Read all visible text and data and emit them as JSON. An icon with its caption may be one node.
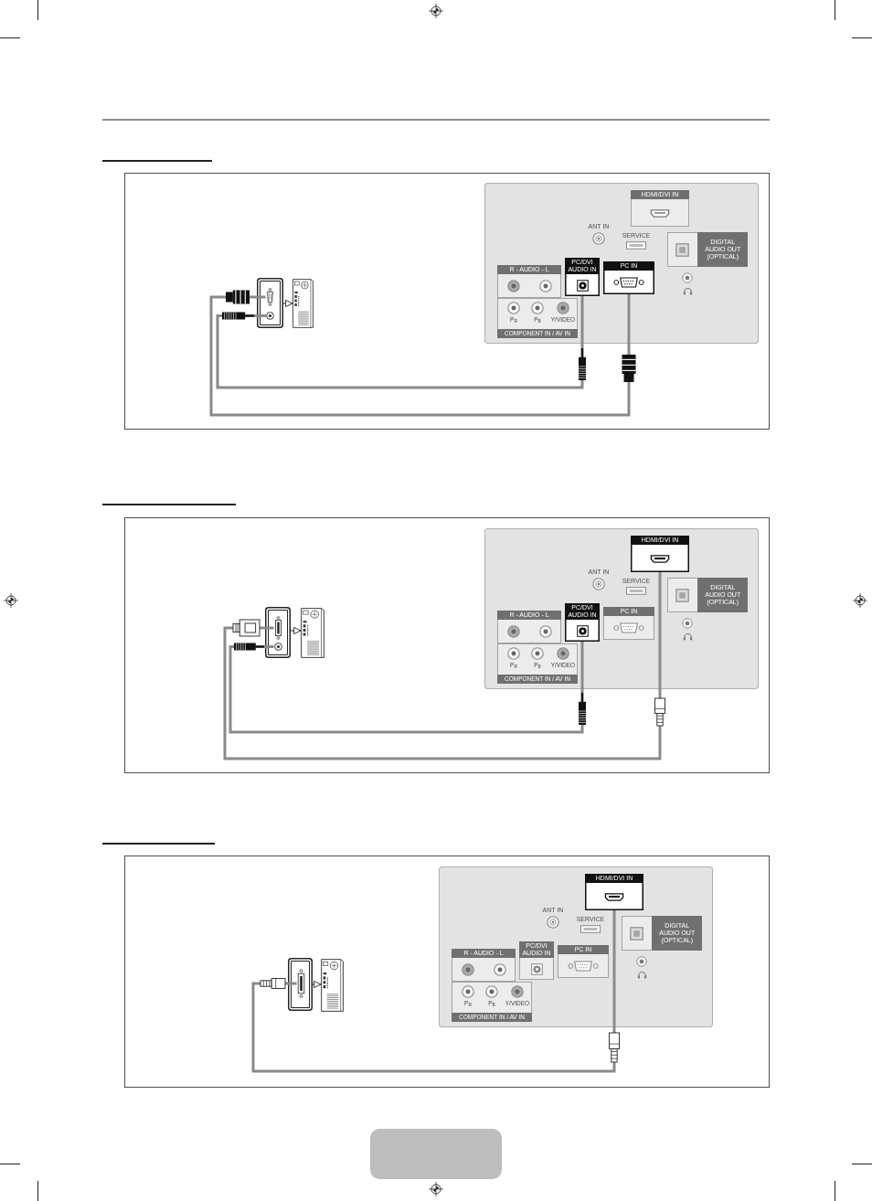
{
  "diagram": {
    "nodes": [
      {
        "text": [],
        "shape": "box"
      },
      {
        "text": [],
        "shape": "box",
        "in": 0
      },
      {
        "text": [],
        "shape": "box",
        "in": 1
      },
      {
        "text": [],
        "shape": "circle",
        "in": 1
      },
      {
        "text": [],
        "shape": "picture",
        "in": 0
      },
      {
        "text": [],
        "shape": "box",
        "in": 0
      },
      {
        "text": [
          "HDMI/DVI IN"
        ],
        "in": 5
      },
      {
        "text": [
          "ANT IN"
        ],
        "in": 5
      },
      {
        "text": [
          "SERVICE"
        ],
        "in": 5
      },
      {
        "text": [
          "DIGITAL AUDIO OUT (OPTICAL)"
        ],
        "in": 5
      },
      {
        "text": [
          "R - AUDIO - L"
        ],
        "in": 5
      },
      {
        "text": [
          "PC/DVI AUDIO IN"
        ],
        "in": 5
      },
      {
        "text": [
          "PC IN"
        ],
        "in": 5
      },
      {
        "text": [
          "P$_{R}$",
          "P$_{B}$",
          "Y/VIDEO",
          "COMPONENT IN / AV IN"
        ],
        "in": 5
      },
      {
        "text": [],
        "shape": "box"
      },
      {
        "text": [],
        "shape": "box",
        "in": 14
      },
      {
        "text": [],
        "shape": "box",
        "in": 15
      },
      {
        "text": [],
        "shape": "circle",
        "in": 15
      },
      {
        "text": [],
        "shape": "picture",
        "in": 14
      },
      {
        "text": [],
        "shape": "box",
        "in": 14
      },
      {
        "text": [
          "HDMI/DVI IN"
        ],
        "in": 19
      },
      {
        "text": [
          "ANT IN"
        ],
        "in": 19
      },
      {
        "text": [
          "SERVICE"
        ],
        "in": 19
      },
      {
        "text": [
          "DIGITAL AUDIO OUT (OPTICAL)"
        ],
        "in": 19
      },
      {
        "text": [
          "R - AUDIO - L"
        ],
        "in": 19
      },
      {
        "text": [
          "PC/DVI AUDIO IN"
        ],
        "in": 19
      },
      {
        "text": [
          "PC IN"
        ],
        "in": 19
      },
      {
        "text": [
          "P$_{R}$",
          "P$_{B}$",
          "Y/VIDEO",
          "COMPONENT IN / AV IN"
        ],
        "in": 19
      },
      {
        "text": [],
        "shape": "box"
      },
      {
        "text": [],
        "shape": "box",
        "in": 28
      },
      {
        "text": [],
        "shape": "box",
        "in": 29
      },
      {
        "text": [],
        "shape": "picture",
        "in": 28
      },
      {
        "text": [],
        "shape": "box",
        "in": 28
      },
      {
        "text": [
          "HDMI/DVI IN"
        ],
        "in": 32
      },
      {
        "text": [
          "ANT IN"
        ],
        "in": 32
      },
      {
        "text": [
          "SERVICE"
        ],
        "in": 32
      },
      {
        "text": [
          "DIGITAL AUDIO OUT (OPTICAL)"
        ],
        "in": 32
      },
      {
        "text": [
          "R - AUDIO - L"
        ],
        "in": 32
      },
      {
        "text": [
          "PC/DVI AUDIO IN"
        ],
        "in": 32
      },
      {
        "text": [
          "PC IN"
        ],
        "in": 32
      },
      {
        "text": [
          "P$_{R}$",
          "P$_{B}$",
          "Y/VIDEO",
          "COMPONENT IN / AV IN"
        ],
        "in": 32
      }
    ],
    "edges": [
      {
        "from": 1,
        "to": 4,
        "arrow": "to"
      },
      {
        "from": 2,
        "to": 12,
        "arrow": "none"
      },
      {
        "from": 3,
        "to": 11,
        "arrow": "none"
      },
      {
        "from": 15,
        "to": 18,
        "arrow": "to"
      },
      {
        "from": 16,
        "to": 20,
        "arrow": "none"
      },
      {
        "from": 17,
        "to": 25,
        "arrow": "none"
      },
      {
        "from": 29,
        "to": 31,
        "arrow": "to"
      },
      {
        "from": 30,
        "to": 33,
        "arrow": "none"
      }
    ]
  }
}
